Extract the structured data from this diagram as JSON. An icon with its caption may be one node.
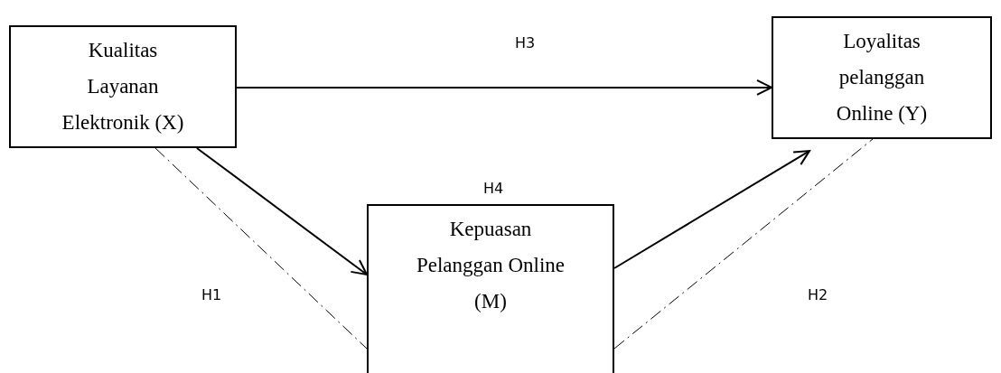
{
  "diagram": {
    "nodes": [
      {
        "text": [
          "Kualitas Layanan Elektronik (X)"
        ]
      },
      {
        "text": [
          "Loyalitas pelanggan Online (Y)"
        ]
      },
      {
        "text": [
          "Kepuasan Pelanggan Online (M)"
        ]
      }
    ],
    "edges": [
      {
        "from": 0,
        "to": 1,
        "arrow": "to"
      },
      {
        "from": 0,
        "to": 2,
        "arrow": "to"
      },
      {
        "from": 2,
        "to": 1,
        "arrow": "to"
      },
      {
        "from": 0,
        "to": 2,
        "arrow": "none",
        "style": "dashed"
      },
      {
        "from": 2,
        "to": 1,
        "arrow": "none",
        "style": "dashed"
      }
    ],
    "labels": [
      "H3",
      "H4",
      "H1",
      "H2"
    ]
  }
}
